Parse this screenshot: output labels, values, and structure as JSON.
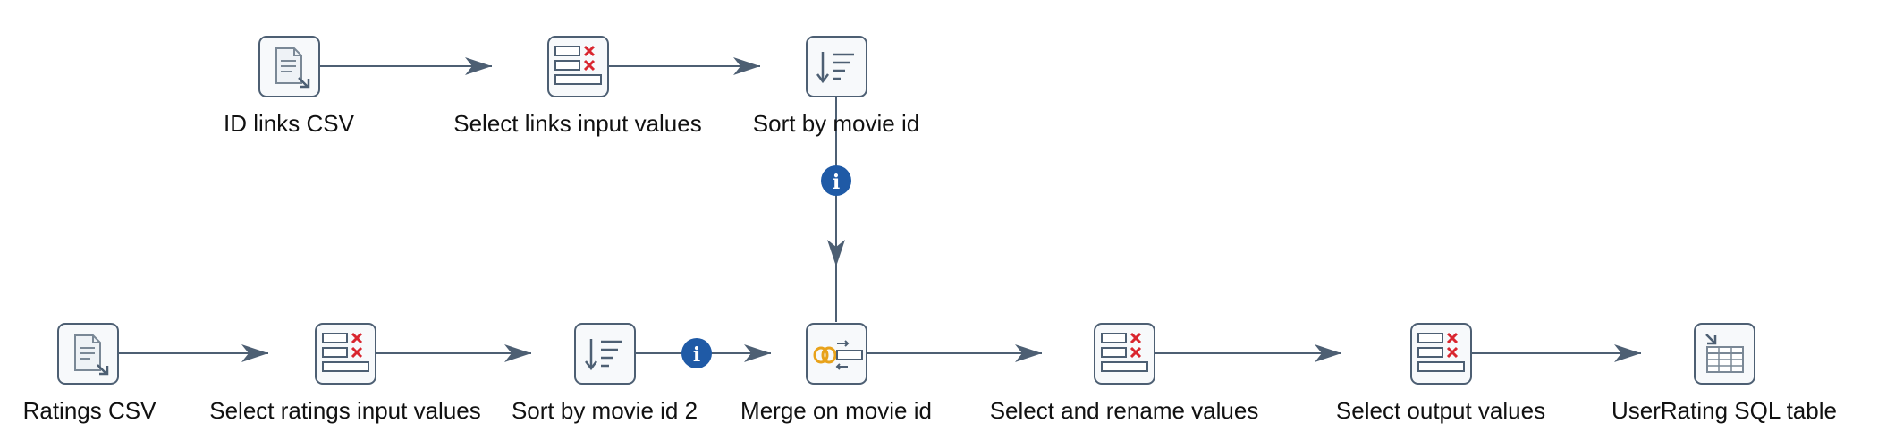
{
  "steps": {
    "id_links_csv": {
      "label": "ID links CSV",
      "icon": "csv-file-input-icon"
    },
    "select_links": {
      "label": "Select links input values",
      "icon": "select-values-icon"
    },
    "sort_movie_id": {
      "label": "Sort by movie id",
      "icon": "sort-rows-icon"
    },
    "ratings_csv": {
      "label": "Ratings CSV",
      "icon": "csv-file-input-icon"
    },
    "select_ratings": {
      "label": "Select ratings input values",
      "icon": "select-values-icon"
    },
    "sort_movie_id_2": {
      "label": "Sort by movie id 2",
      "icon": "sort-rows-icon"
    },
    "merge": {
      "label": "Merge on movie id",
      "icon": "merge-join-icon"
    },
    "select_rename": {
      "label": "Select and rename values",
      "icon": "select-values-icon"
    },
    "select_output": {
      "label": "Select output values",
      "icon": "select-values-icon"
    },
    "userrating_table": {
      "label": "UserRating SQL table",
      "icon": "table-output-icon"
    }
  },
  "hops": {
    "info_glyph": "i"
  },
  "colors": {
    "hop": "#4d5f73",
    "icon_border": "#4d5f73",
    "icon_fill": "#f7f9fb",
    "info_badge": "#1f5aa6",
    "select_x": "#d9262f",
    "merge_rings": "#e8a21a"
  }
}
